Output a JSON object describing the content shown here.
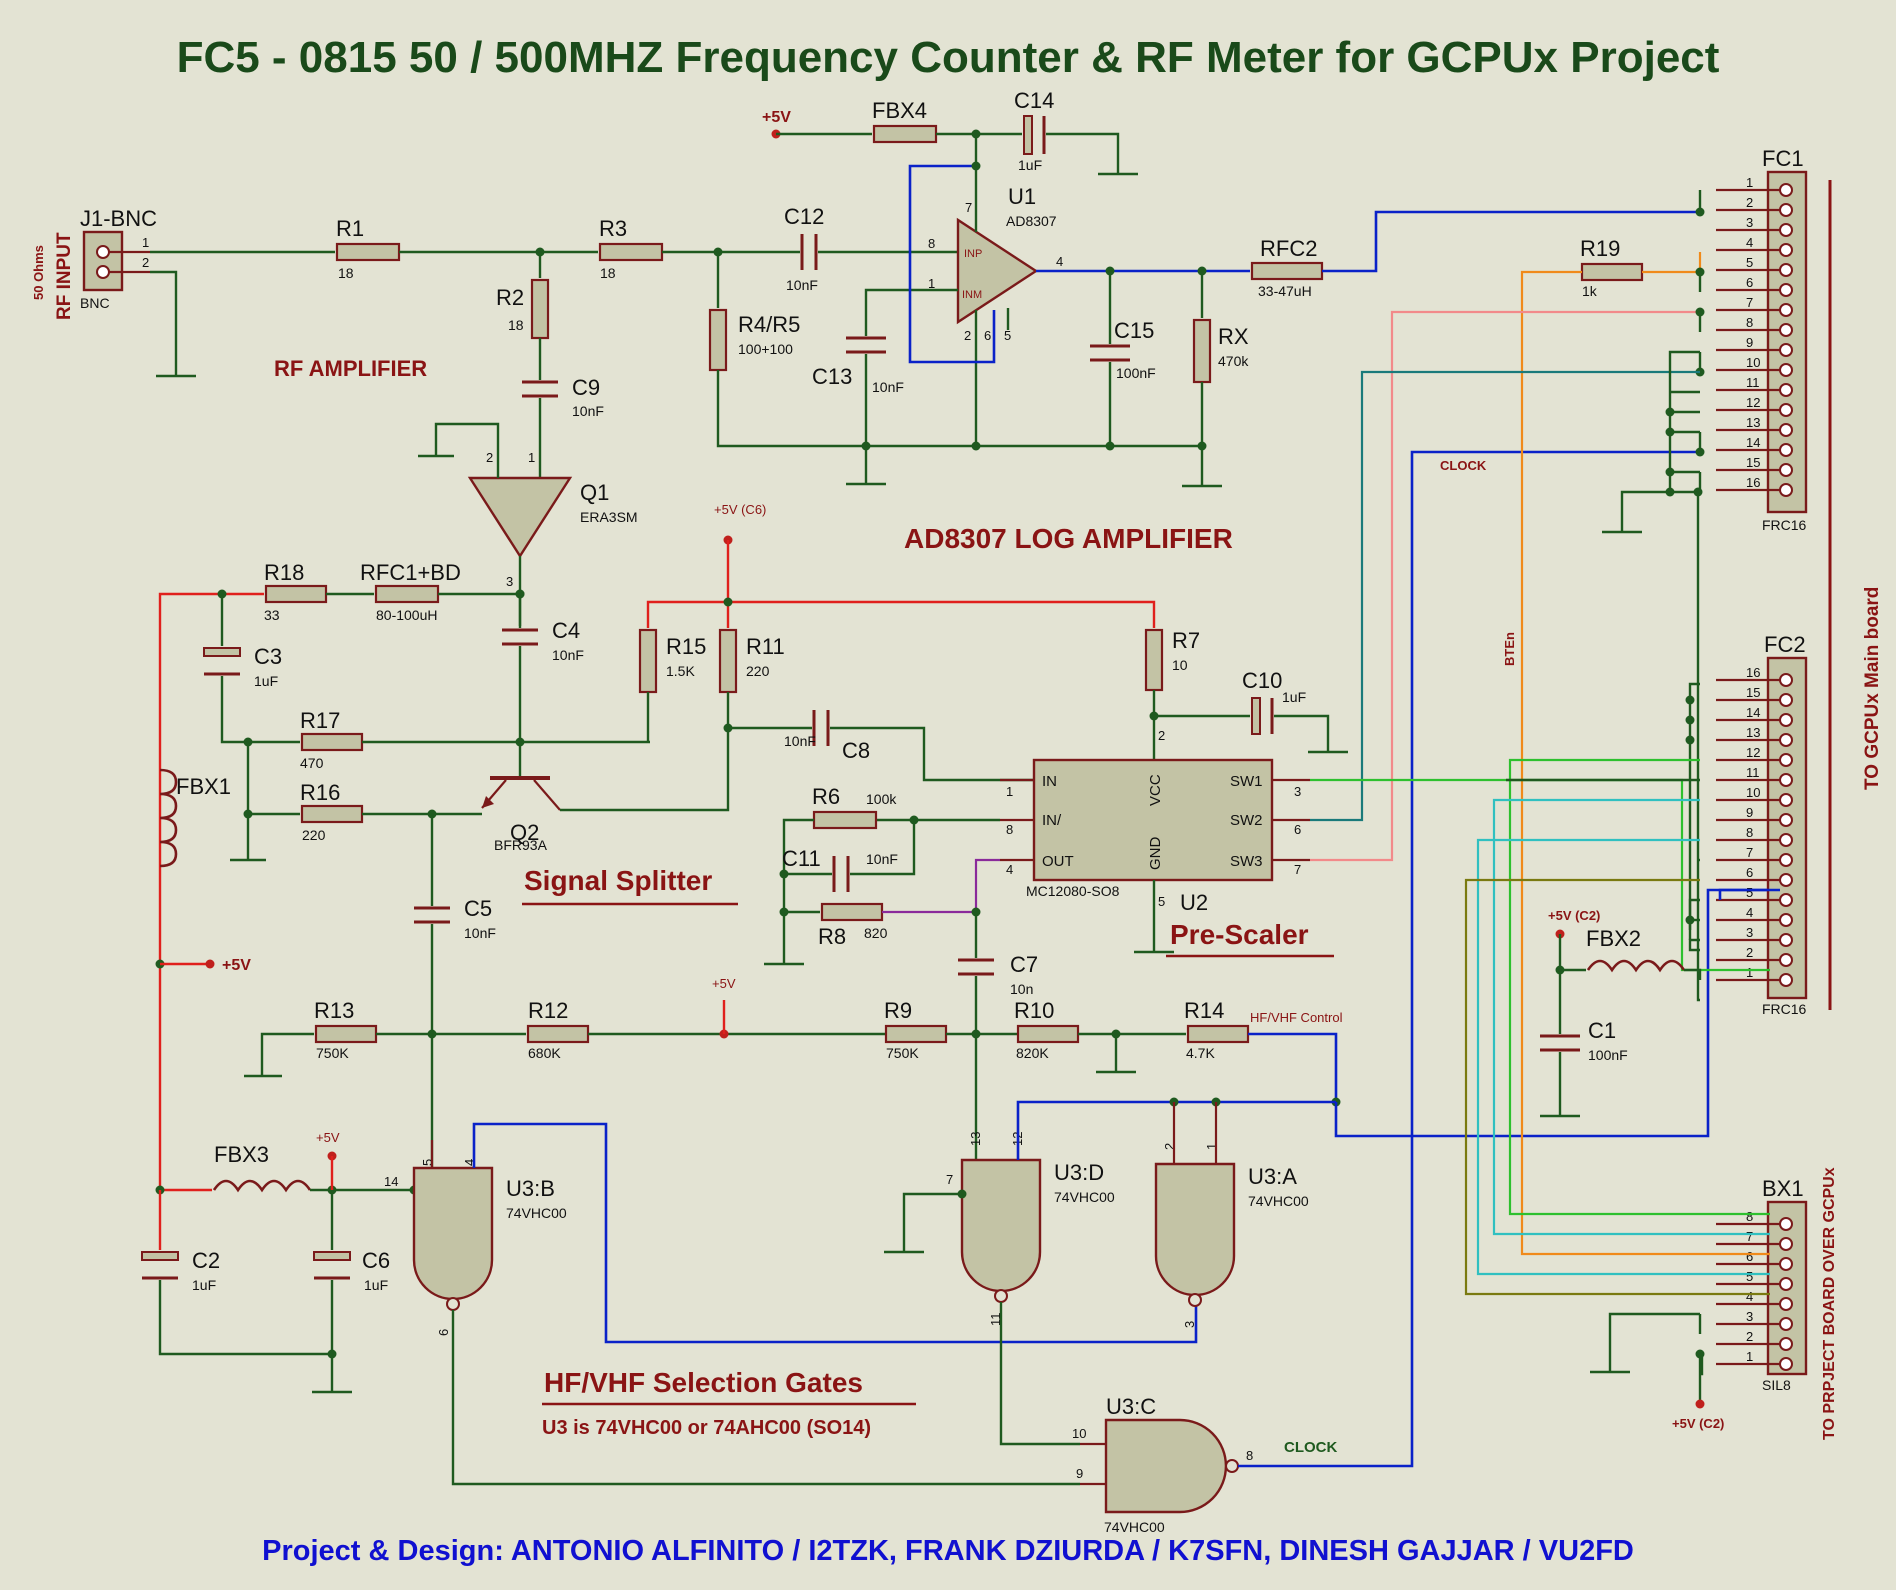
{
  "title": "FC5 - 0815  50 / 500MHZ Frequency Counter & RF Meter for GCPUx Project",
  "footer": "Project & Design:  ANTONIO ALFINITO / I2TZK,  FRANK DZIURDA / K7SFN, DINESH GAJJAR / VU2FD",
  "sections": {
    "rf_amplifier": "RF AMPLIFIER",
    "log_amplifier": "AD8307 LOG AMPLIFIER",
    "signal_splitter": "Signal Splitter",
    "prescaler": "Pre-Scaler",
    "selection_gates": "HF/VHF Selection Gates",
    "selection_note": "U3 is 74VHC00 or 74AHC00 (SO14)"
  },
  "side_labels": {
    "main_board": "TO GCPUx Main board",
    "project_board": "TO PRPJECT BOARD OVER GCPUx",
    "rf_input": "RF INPUT",
    "ohms": "50 Ohms",
    "bten": "BTEn"
  },
  "nets": {
    "clock": "CLOCK",
    "hfvhf": "HF/VHF Control",
    "p5v": "+5V",
    "p5v_c6": "+5V (C6)",
    "p5v_c2": "+5V (C2)"
  },
  "components": {
    "J1": {
      "ref": "J1-BNC",
      "val": "BNC"
    },
    "R1": {
      "ref": "R1",
      "val": "18"
    },
    "R2": {
      "ref": "R2",
      "val": "18"
    },
    "R3": {
      "ref": "R3",
      "val": "18"
    },
    "R45": {
      "ref": "R4/R5",
      "val": "100+100"
    },
    "C9": {
      "ref": "C9",
      "val": "10nF"
    },
    "C12": {
      "ref": "C12",
      "val": "10nF"
    },
    "C13": {
      "ref": "C13",
      "val": "10nF"
    },
    "C14": {
      "ref": "C14",
      "val": "1uF"
    },
    "C15": {
      "ref": "C15",
      "val": "100nF"
    },
    "FBX4": {
      "ref": "FBX4"
    },
    "U1": {
      "ref": "U1",
      "val": "AD8307",
      "inp": "INP",
      "inm": "INM"
    },
    "RFC2": {
      "ref": "RFC2",
      "val": "33-47uH"
    },
    "RX": {
      "ref": "RX",
      "val": "470k"
    },
    "Q1": {
      "ref": "Q1",
      "val": "ERA3SM"
    },
    "R18": {
      "ref": "R18",
      "val": "33"
    },
    "RFC1": {
      "ref": "RFC1+BD",
      "val": "80-100uH"
    },
    "C3": {
      "ref": "C3",
      "val": "1uF"
    },
    "C4": {
      "ref": "C4",
      "val": "10nF"
    },
    "R17": {
      "ref": "R17",
      "val": "470"
    },
    "R16": {
      "ref": "R16",
      "val": "220"
    },
    "FBX1": {
      "ref": "FBX1"
    },
    "Q2": {
      "ref": "Q2",
      "val": "BFR93A"
    },
    "R15": {
      "ref": "R15",
      "val": "1.5K"
    },
    "R11": {
      "ref": "R11",
      "val": "220"
    },
    "C8": {
      "ref": "C8",
      "val": "10nF"
    },
    "R7": {
      "ref": "R7",
      "val": "10"
    },
    "C10": {
      "ref": "C10",
      "val": "1uF"
    },
    "U2": {
      "ref": "U2",
      "val": "MC12080-SO8",
      "in": "IN",
      "inn": "IN/",
      "out": "OUT",
      "vcc": "VCC",
      "gnd": "GND",
      "sw1": "SW1",
      "sw2": "SW2",
      "sw3": "SW3"
    },
    "R6": {
      "ref": "R6",
      "val": "100k"
    },
    "C11": {
      "ref": "C11",
      "val": "10nF"
    },
    "R8": {
      "ref": "R8",
      "val": "820"
    },
    "C5": {
      "ref": "C5",
      "val": "10nF"
    },
    "C7": {
      "ref": "C7",
      "val": "10n"
    },
    "R13": {
      "ref": "R13",
      "val": "750K"
    },
    "R12": {
      "ref": "R12",
      "val": "680K"
    },
    "R9": {
      "ref": "R9",
      "val": "750K"
    },
    "R10": {
      "ref": "R10",
      "val": "820K"
    },
    "R14": {
      "ref": "R14",
      "val": "4.7K"
    },
    "FBX3": {
      "ref": "FBX3"
    },
    "C2": {
      "ref": "C2",
      "val": "1uF"
    },
    "C6": {
      "ref": "C6",
      "val": "1uF"
    },
    "U3B": {
      "ref": "U3:B",
      "val": "74VHC00"
    },
    "U3D": {
      "ref": "U3:D",
      "val": "74VHC00"
    },
    "U3A": {
      "ref": "U3:A",
      "val": "74VHC00"
    },
    "U3C": {
      "ref": "U3:C",
      "val": "74VHC00"
    },
    "FC1": {
      "ref": "FC1",
      "val": "FRC16"
    },
    "FC2": {
      "ref": "FC2",
      "val": "FRC16"
    },
    "BX1": {
      "ref": "BX1",
      "val": "SIL8"
    },
    "R19": {
      "ref": "R19",
      "val": "1k"
    },
    "FBX2": {
      "ref": "FBX2"
    },
    "C1": {
      "ref": "C1",
      "val": "100nF"
    }
  },
  "pins": {
    "fc1": [
      "1",
      "2",
      "3",
      "4",
      "5",
      "6",
      "7",
      "8",
      "9",
      "10",
      "11",
      "12",
      "13",
      "14",
      "15",
      "16"
    ],
    "fc2": [
      "16",
      "15",
      "14",
      "13",
      "12",
      "11",
      "10",
      "9",
      "8",
      "7",
      "6",
      "5",
      "4",
      "3",
      "2",
      "1"
    ],
    "bx1": [
      "8",
      "7",
      "6",
      "5",
      "4",
      "3",
      "2",
      "1"
    ],
    "j1": [
      "1",
      "2"
    ],
    "u1": [
      "7",
      "8",
      "1",
      "4",
      "2",
      "6",
      "5"
    ],
    "q1": [
      "2",
      "1",
      "3"
    ],
    "u2": [
      "1",
      "8",
      "4",
      "2",
      "5",
      "3",
      "6",
      "7"
    ],
    "u3b": [
      "5",
      "4",
      "14",
      "6"
    ],
    "u3d": [
      "13",
      "12",
      "7",
      "11"
    ],
    "u3a": [
      "2",
      "1",
      "3"
    ],
    "u3c": [
      "10",
      "9",
      "8"
    ]
  }
}
